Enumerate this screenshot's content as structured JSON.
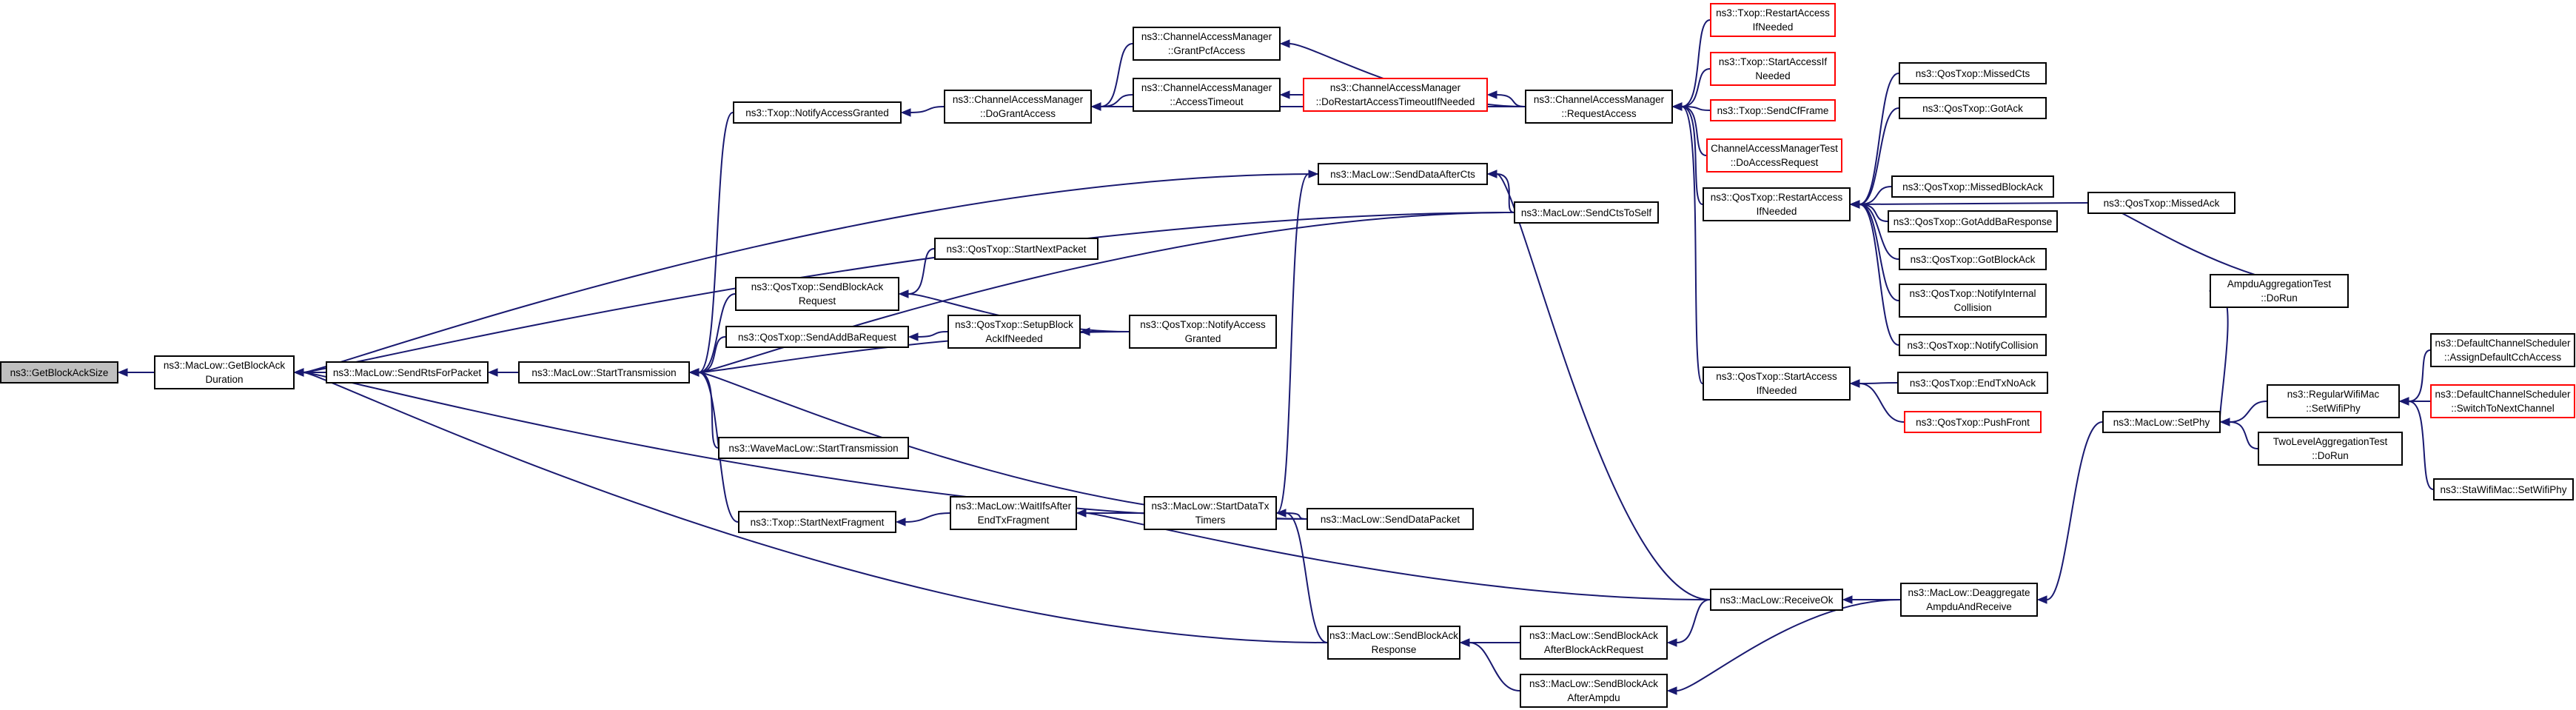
{
  "graph": {
    "title": "",
    "colors": {
      "edge": "#191970",
      "node_border": "#000000",
      "root_fill": "#bfbfbf",
      "truncated_border": "#ff0000"
    },
    "nodes": [
      {
        "id": "n0",
        "label": "ns3::GetBlockAckSize",
        "style": "root"
      },
      {
        "id": "n1",
        "label": "ns3::MacLow::GetBlockAck\nDuration"
      },
      {
        "id": "n2",
        "label": "ns3::MacLow::SendRtsForPacket"
      },
      {
        "id": "n3",
        "label": "ns3::MacLow::StartTransmission"
      },
      {
        "id": "n4",
        "label": "ns3::Txop::NotifyAccessGranted"
      },
      {
        "id": "n5",
        "label": "ns3::ChannelAccessManager\n::DoGrantAccess"
      },
      {
        "id": "n6",
        "label": "ns3::ChannelAccessManager\n::GrantPcfAccess"
      },
      {
        "id": "n7",
        "label": "ns3::ChannelAccessManager\n::AccessTimeout"
      },
      {
        "id": "n8",
        "label": "ns3::ChannelAccessManager\n::DoRestartAccessTimeoutIfNeeded",
        "style": "red"
      },
      {
        "id": "n9",
        "label": "ns3::ChannelAccessManager\n::RequestAccess"
      },
      {
        "id": "n10",
        "label": "ns3::Txop::RestartAccess\nIfNeeded",
        "style": "red"
      },
      {
        "id": "n11",
        "label": "ns3::Txop::StartAccessIf\nNeeded",
        "style": "red"
      },
      {
        "id": "n12",
        "label": "ns3::Txop::SendCfFrame",
        "style": "red"
      },
      {
        "id": "n13",
        "label": "ChannelAccessManagerTest\n::DoAccessRequest",
        "style": "red"
      },
      {
        "id": "n14",
        "label": "ns3::QosTxop::RestartAccess\nIfNeeded"
      },
      {
        "id": "n15",
        "label": "ns3::QosTxop::MissedCts"
      },
      {
        "id": "n16",
        "label": "ns3::QosTxop::GotAck"
      },
      {
        "id": "n17",
        "label": "ns3::QosTxop::MissedBlockAck"
      },
      {
        "id": "n18",
        "label": "ns3::QosTxop::GotAddBaResponse"
      },
      {
        "id": "n19",
        "label": "ns3::QosTxop::GotBlockAck"
      },
      {
        "id": "n20",
        "label": "ns3::QosTxop::NotifyInternal\nCollision"
      },
      {
        "id": "n21",
        "label": "ns3::QosTxop::NotifyCollision"
      },
      {
        "id": "n22",
        "label": "ns3::QosTxop::MissedAck"
      },
      {
        "id": "n23",
        "label": "AmpduAggregationTest\n::DoRun"
      },
      {
        "id": "n24",
        "label": "ns3::QosTxop::StartAccess\nIfNeeded"
      },
      {
        "id": "n25",
        "label": "ns3::QosTxop::EndTxNoAck"
      },
      {
        "id": "n26",
        "label": "ns3::QosTxop::PushFront",
        "style": "red"
      },
      {
        "id": "n27",
        "label": "ns3::MacLow::SendDataAfterCts"
      },
      {
        "id": "n28",
        "label": "ns3::MacLow::SendCtsToSelf"
      },
      {
        "id": "n29",
        "label": "ns3::QosTxop::StartNextPacket"
      },
      {
        "id": "n30",
        "label": "ns3::QosTxop::SendBlockAck\nRequest"
      },
      {
        "id": "n31",
        "label": "ns3::QosTxop::SendAddBaRequest"
      },
      {
        "id": "n32",
        "label": "ns3::QosTxop::SetupBlock\nAckIfNeeded"
      },
      {
        "id": "n33",
        "label": "ns3::QosTxop::NotifyAccess\nGranted"
      },
      {
        "id": "n34",
        "label": "ns3::WaveMacLow::StartTransmission"
      },
      {
        "id": "n35",
        "label": "ns3::Txop::StartNextFragment"
      },
      {
        "id": "n36",
        "label": "ns3::MacLow::WaitIfsAfter\nEndTxFragment"
      },
      {
        "id": "n37",
        "label": "ns3::MacLow::StartDataTx\nTimers"
      },
      {
        "id": "n38",
        "label": "ns3::MacLow::SendDataPacket"
      },
      {
        "id": "n39",
        "label": "ns3::MacLow::SendBlockAck\nResponse"
      },
      {
        "id": "n40",
        "label": "ns3::MacLow::SendBlockAck\nAfterBlockAckRequest"
      },
      {
        "id": "n41",
        "label": "ns3::MacLow::SendBlockAck\nAfterAmpdu"
      },
      {
        "id": "n42",
        "label": "ns3::MacLow::ReceiveOk"
      },
      {
        "id": "n43",
        "label": "ns3::MacLow::Deaggregate\nAmpduAndReceive"
      },
      {
        "id": "n44",
        "label": "ns3::MacLow::SetPhy"
      },
      {
        "id": "n45",
        "label": "ns3::RegularWifiMac\n::SetWifiPhy"
      },
      {
        "id": "n46",
        "label": "TwoLevelAggregationTest\n::DoRun"
      },
      {
        "id": "n47",
        "label": "ns3::DefaultChannelScheduler\n::AssignDefaultCchAccess"
      },
      {
        "id": "n48",
        "label": "ns3::DefaultChannelScheduler\n::SwitchToNextChannel",
        "style": "red"
      },
      {
        "id": "n49",
        "label": "ns3::StaWifiMac::SetWifiPhy"
      }
    ],
    "edges": [
      {
        "from": "n1",
        "to": "n0"
      },
      {
        "from": "n2",
        "to": "n1"
      },
      {
        "from": "n3",
        "to": "n2"
      },
      {
        "from": "n4",
        "to": "n3"
      },
      {
        "from": "n5",
        "to": "n4"
      },
      {
        "from": "n6",
        "to": "n5"
      },
      {
        "from": "n7",
        "to": "n5"
      },
      {
        "from": "n8",
        "to": "n7"
      },
      {
        "from": "n9",
        "to": "n8"
      },
      {
        "from": "n9",
        "to": "n6"
      },
      {
        "from": "n9",
        "to": "n5"
      },
      {
        "from": "n10",
        "to": "n9"
      },
      {
        "from": "n11",
        "to": "n9"
      },
      {
        "from": "n12",
        "to": "n9"
      },
      {
        "from": "n13",
        "to": "n9"
      },
      {
        "from": "n14",
        "to": "n9"
      },
      {
        "from": "n24",
        "to": "n9"
      },
      {
        "from": "n15",
        "to": "n14"
      },
      {
        "from": "n16",
        "to": "n14"
      },
      {
        "from": "n17",
        "to": "n14"
      },
      {
        "from": "n18",
        "to": "n14"
      },
      {
        "from": "n19",
        "to": "n14"
      },
      {
        "from": "n20",
        "to": "n14"
      },
      {
        "from": "n21",
        "to": "n14"
      },
      {
        "from": "n22",
        "to": "n14"
      },
      {
        "from": "n23",
        "to": "n22"
      },
      {
        "from": "n25",
        "to": "n24"
      },
      {
        "from": "n26",
        "to": "n24"
      },
      {
        "from": "n27",
        "to": "n1"
      },
      {
        "from": "n28",
        "to": "n1"
      },
      {
        "from": "n28",
        "to": "n27"
      },
      {
        "from": "n28",
        "to": "n3"
      },
      {
        "from": "n29",
        "to": "n30"
      },
      {
        "from": "n30",
        "to": "n3"
      },
      {
        "from": "n31",
        "to": "n3"
      },
      {
        "from": "n32",
        "to": "n31"
      },
      {
        "from": "n33",
        "to": "n32"
      },
      {
        "from": "n33",
        "to": "n30"
      },
      {
        "from": "n33",
        "to": "n3"
      },
      {
        "from": "n34",
        "to": "n3"
      },
      {
        "from": "n35",
        "to": "n3"
      },
      {
        "from": "n36",
        "to": "n35"
      },
      {
        "from": "n37",
        "to": "n36"
      },
      {
        "from": "n37",
        "to": "n27"
      },
      {
        "from": "n38",
        "to": "n37"
      },
      {
        "from": "n38",
        "to": "n3"
      },
      {
        "from": "n38",
        "to": "n1"
      },
      {
        "from": "n39",
        "to": "n1"
      },
      {
        "from": "n39",
        "to": "n37"
      },
      {
        "from": "n40",
        "to": "n39"
      },
      {
        "from": "n41",
        "to": "n39"
      },
      {
        "from": "n42",
        "to": "n40"
      },
      {
        "from": "n42",
        "to": "n36"
      },
      {
        "from": "n42",
        "to": "n27"
      },
      {
        "from": "n43",
        "to": "n42"
      },
      {
        "from": "n43",
        "to": "n41"
      },
      {
        "from": "n44",
        "to": "n43"
      },
      {
        "from": "n44",
        "to": "n23"
      },
      {
        "from": "n45",
        "to": "n44"
      },
      {
        "from": "n46",
        "to": "n44"
      },
      {
        "from": "n47",
        "to": "n45"
      },
      {
        "from": "n48",
        "to": "n45"
      },
      {
        "from": "n49",
        "to": "n45"
      }
    ]
  }
}
